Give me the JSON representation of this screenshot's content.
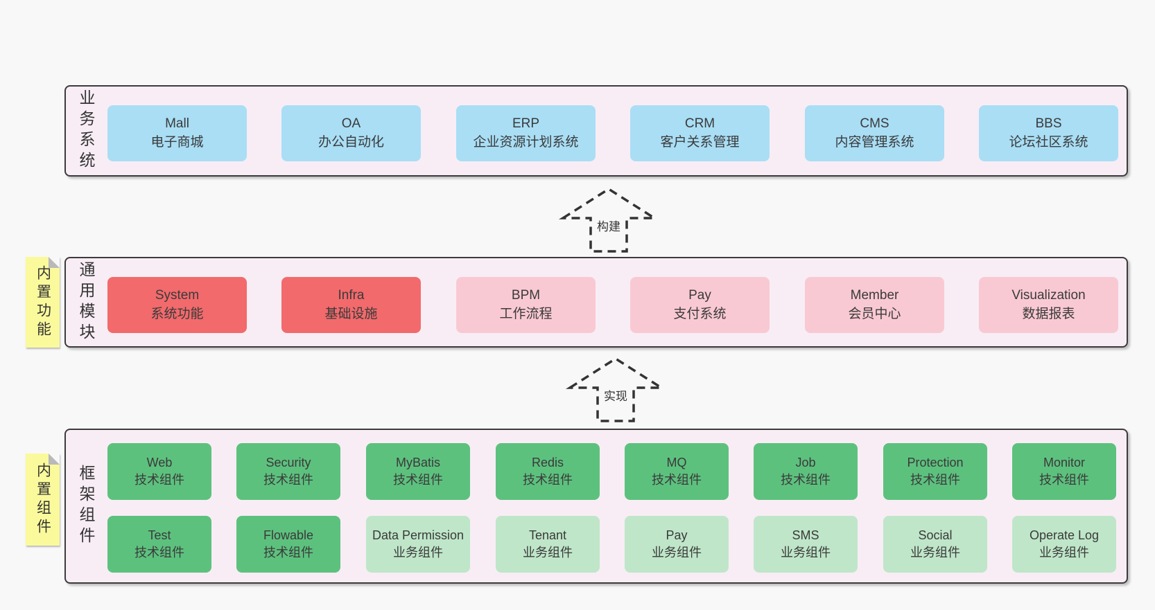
{
  "colors": {
    "page_bg": "#f8f8f8",
    "panel_bg": "#f8edf5",
    "panel_border": "#3b3b3b",
    "business_box_blue": "#a9def5",
    "core_module_red": "#f26a6c",
    "module_pink": "#f9c9d3",
    "tech_component_green": "#5dc17e",
    "biz_component_light_green": "#bfe6c9",
    "sticky_yellow": "#fafa9c",
    "text": "#3a3a3a"
  },
  "arrows": [
    {
      "label": "构建"
    },
    {
      "label": "实现"
    }
  ],
  "layers": [
    {
      "side_label": "业务系统",
      "boxes": [
        {
          "en": "Mall",
          "zh": "电子商城"
        },
        {
          "en": "OA",
          "zh": "办公自动化"
        },
        {
          "en": "ERP",
          "zh": "企业资源计划系统"
        },
        {
          "en": "CRM",
          "zh": "客户关系管理"
        },
        {
          "en": "CMS",
          "zh": "内容管理系统"
        },
        {
          "en": "BBS",
          "zh": "论坛社区系统"
        }
      ]
    },
    {
      "side_label": "通用模块",
      "sticky_label": "内置功能",
      "boxes": [
        {
          "en": "System",
          "zh": "系统功能"
        },
        {
          "en": "Infra",
          "zh": "基础设施"
        },
        {
          "en": "BPM",
          "zh": "工作流程"
        },
        {
          "en": "Pay",
          "zh": "支付系统"
        },
        {
          "en": "Member",
          "zh": "会员中心"
        },
        {
          "en": "Visualization",
          "zh": "数据报表"
        }
      ]
    },
    {
      "side_label": "框架组件",
      "sticky_label": "内置组件",
      "rows": [
        [
          {
            "en": "Web",
            "zh": "技术组件"
          },
          {
            "en": "Security",
            "zh": "技术组件"
          },
          {
            "en": "MyBatis",
            "zh": "技术组件"
          },
          {
            "en": "Redis",
            "zh": "技术组件"
          },
          {
            "en": "MQ",
            "zh": "技术组件"
          },
          {
            "en": "Job",
            "zh": "技术组件"
          },
          {
            "en": "Protection",
            "zh": "技术组件"
          },
          {
            "en": "Monitor",
            "zh": "技术组件"
          }
        ],
        [
          {
            "en": "Test",
            "zh": "技术组件"
          },
          {
            "en": "Flowable",
            "zh": "技术组件"
          },
          {
            "en": "Data Permission",
            "zh": "业务组件"
          },
          {
            "en": "Tenant",
            "zh": "业务组件"
          },
          {
            "en": "Pay",
            "zh": "业务组件"
          },
          {
            "en": "SMS",
            "zh": "业务组件"
          },
          {
            "en": "Social",
            "zh": "业务组件"
          },
          {
            "en": "Operate Log",
            "zh": "业务组件"
          }
        ]
      ]
    }
  ]
}
